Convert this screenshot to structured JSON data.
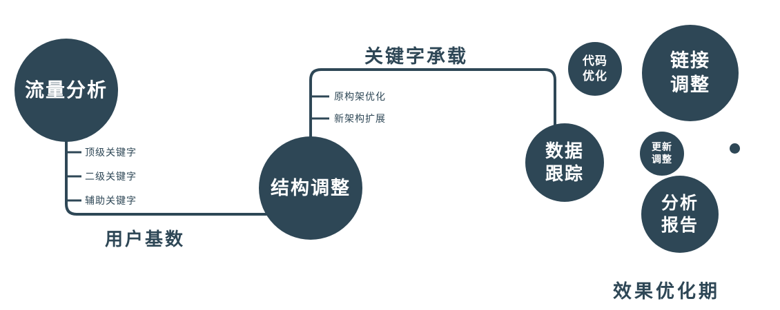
{
  "colors": {
    "primary": "#2e4756",
    "node_text": "#ffffff",
    "background": "#ffffff"
  },
  "nodes": {
    "traffic": {
      "label": "流量分析"
    },
    "structure": {
      "label": "结构调整"
    },
    "tracking": {
      "line1": "数据",
      "line2": "跟踪"
    },
    "code": {
      "line1": "代码",
      "line2": "优化"
    },
    "link": {
      "line1": "链接",
      "line2": "调整"
    },
    "update": {
      "line1": "更新",
      "line2": "调整"
    },
    "report": {
      "line1": "分析",
      "line2": "报告"
    }
  },
  "edge_labels": {
    "user_base": "用户基数",
    "keyword_carry": "关键字承载"
  },
  "branch_labels": {
    "traffic": [
      "顶级关键字",
      "二级关键字",
      "辅助关键字"
    ],
    "structure": [
      "原构架优化",
      "新架构扩展"
    ]
  },
  "footer": "效果优化期"
}
